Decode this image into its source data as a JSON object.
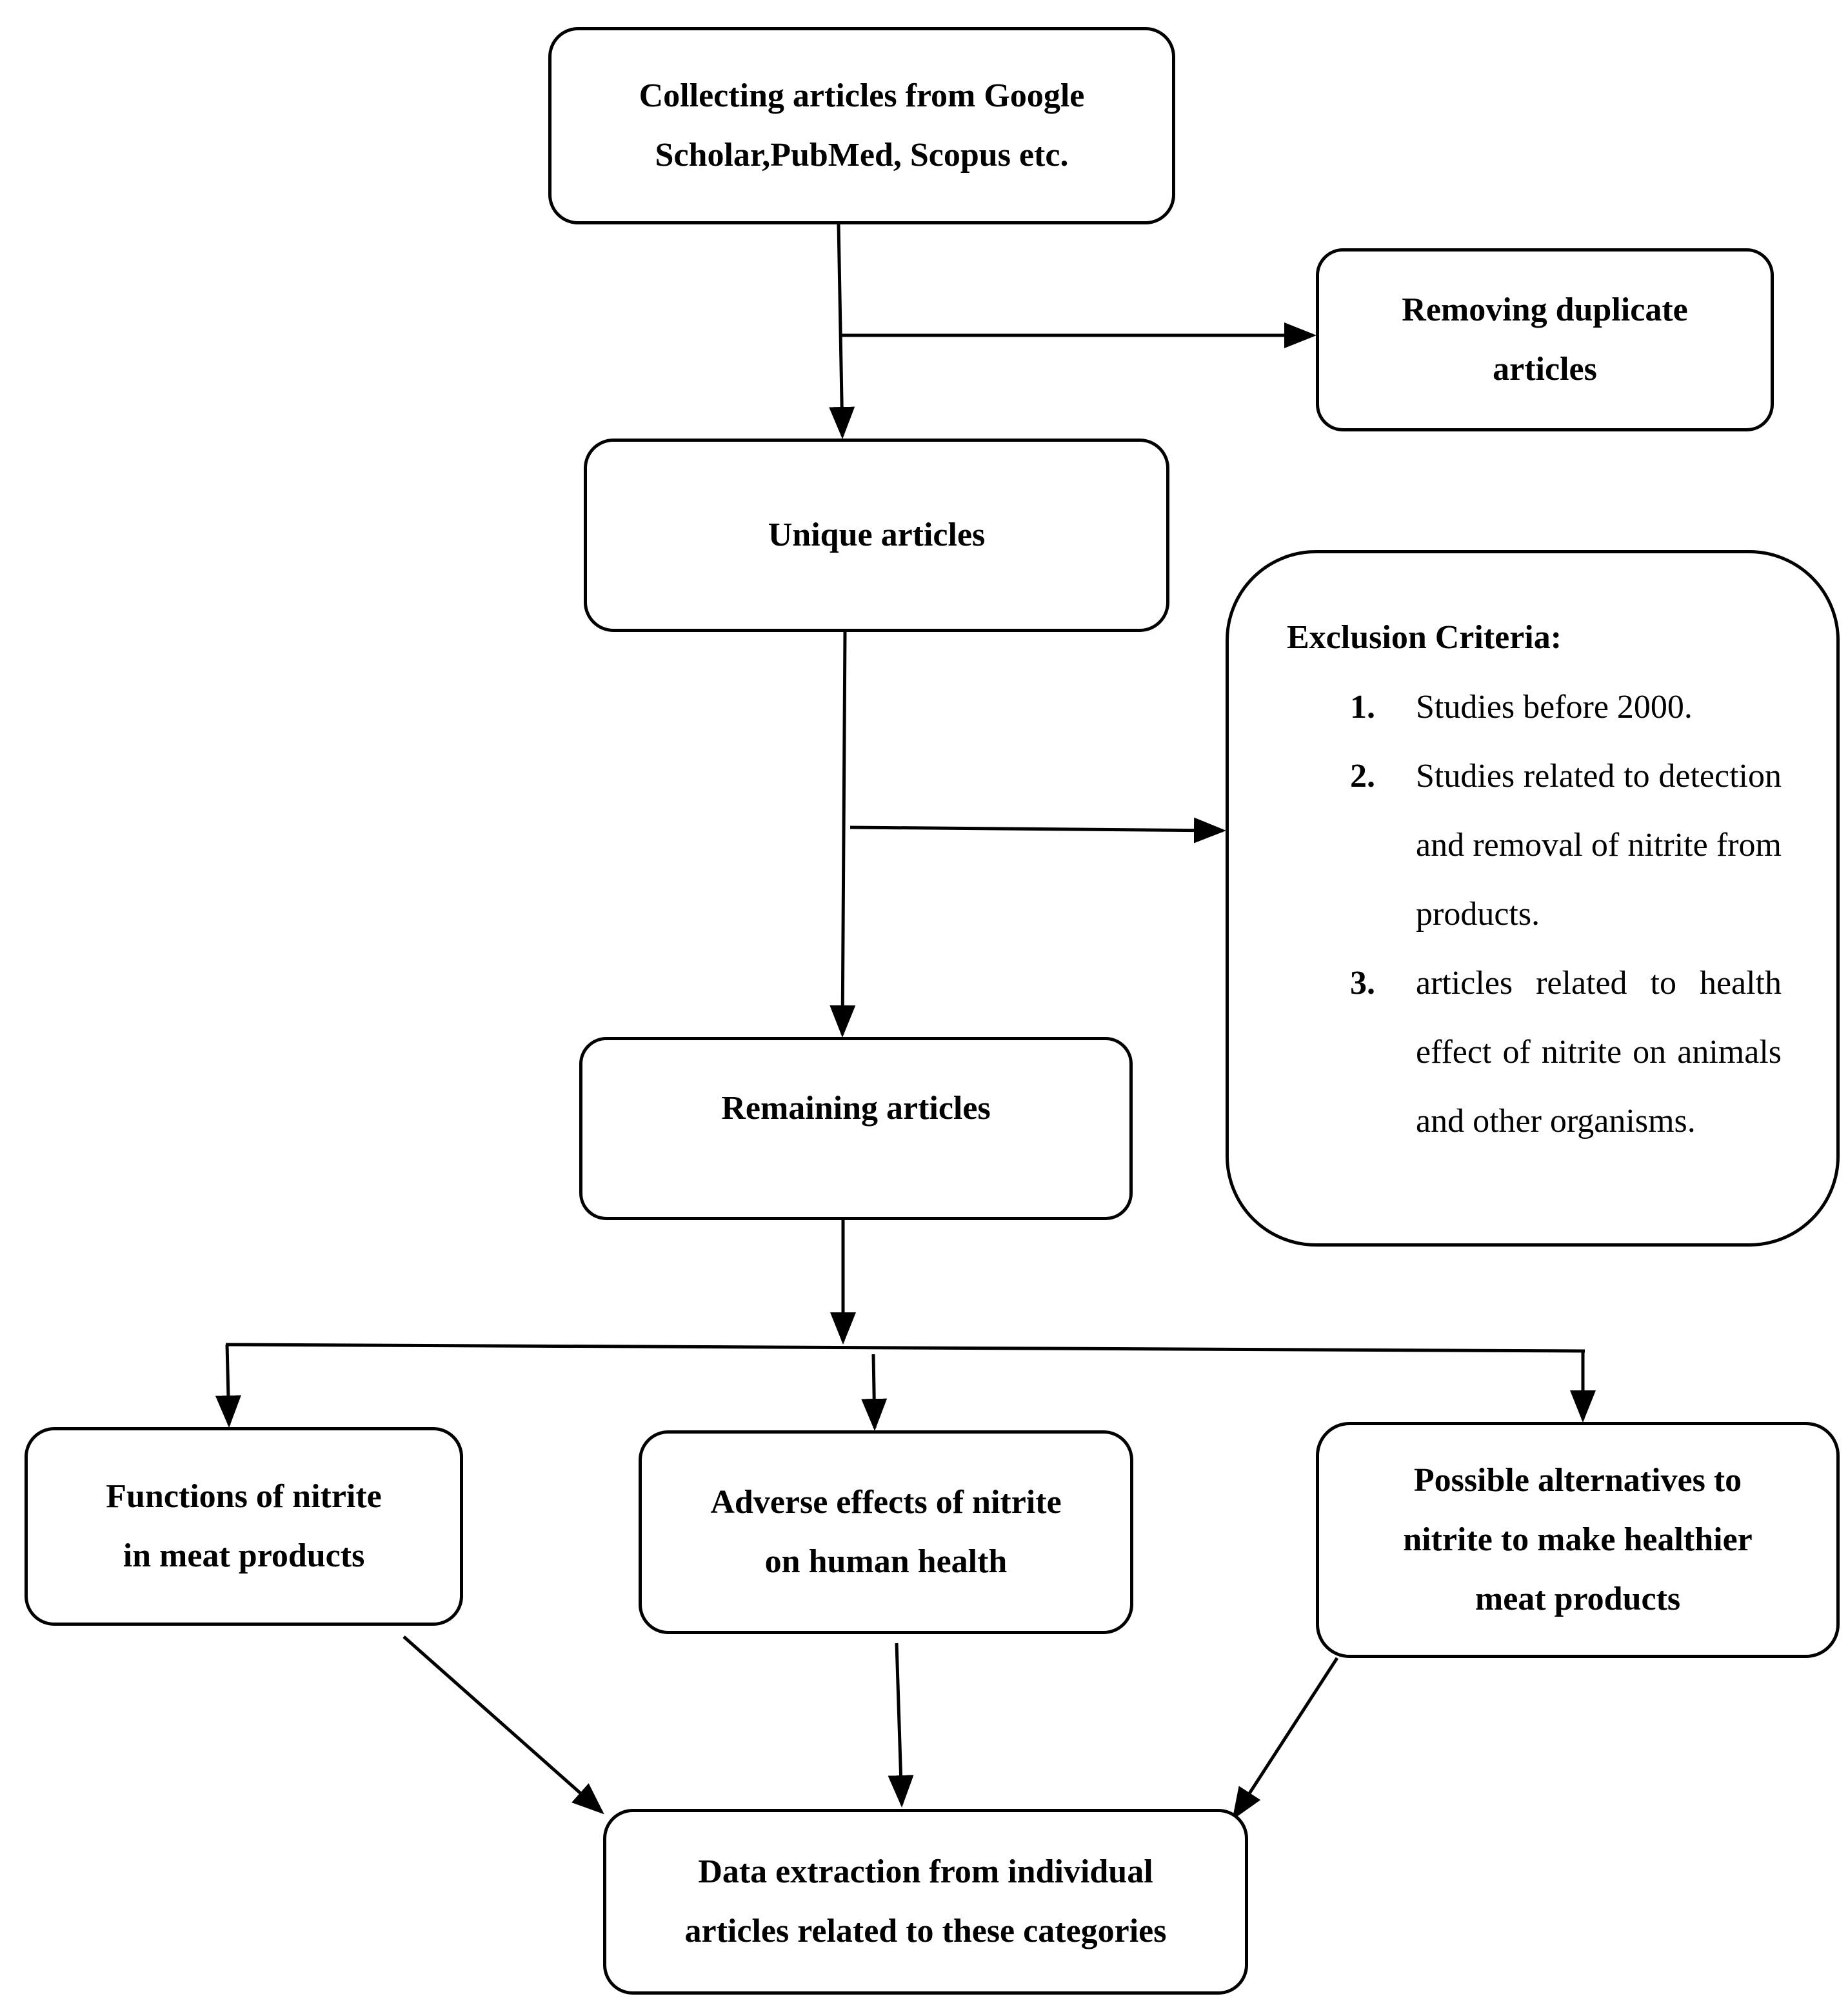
{
  "boxes": {
    "collect": "Collecting articles from Google\nScholar,PubMed, Scopus etc.",
    "duplicates": "Removing duplicate\narticles",
    "unique": "Unique articles",
    "remaining": "Remaining articles",
    "functions": "Functions of nitrite\nin meat products",
    "adverse": "Adverse effects of nitrite\non human health",
    "alternatives": "Possible alternatives to\nnitrite to make healthier\nmeat products",
    "extraction": "Data extraction from individual\narticles related to these categories"
  },
  "exclusion": {
    "title": "Exclusion Criteria:",
    "items": [
      {
        "num": "1.",
        "text": "Studies before 2000."
      },
      {
        "num": "2.",
        "text": "Studies related to detection and removal of nitrite from products."
      },
      {
        "num": "3.",
        "text": "articles related to health effect of nitrite on animals and other organisms."
      }
    ]
  }
}
